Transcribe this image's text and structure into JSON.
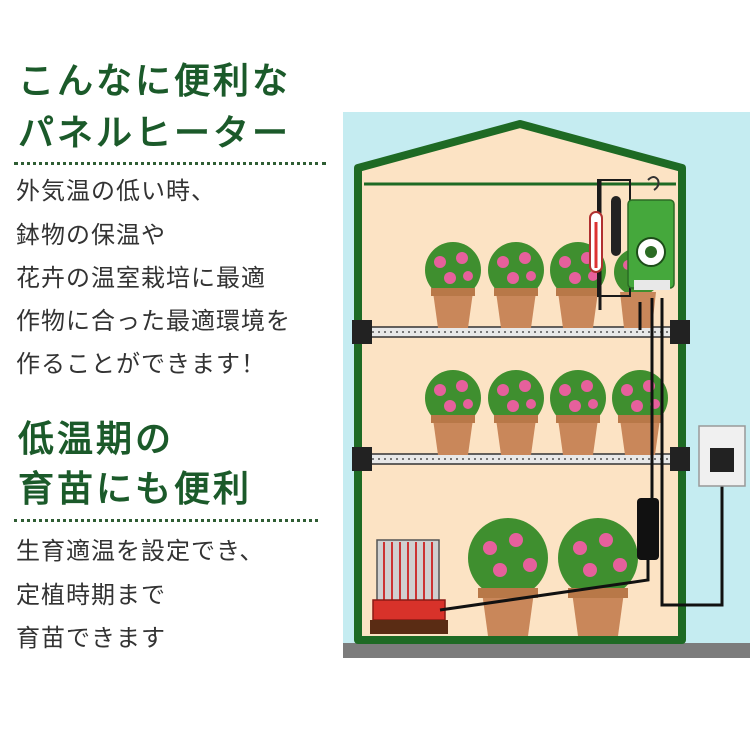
{
  "section1": {
    "title_lines": [
      "こんなに便利な",
      "パネルヒーター"
    ],
    "body_lines": [
      "外気温の低い時、",
      "鉢物の保温や",
      "花卉の温室栽培に最適",
      "作物に合った最適環境を",
      "作ることができます！"
    ]
  },
  "section2": {
    "title_lines": [
      "低温期の",
      "育苗にも便利"
    ],
    "body_lines": [
      "生育適温を設定でき、",
      "定植時期まで",
      "育苗できます"
    ]
  },
  "colors": {
    "heading": "#1b5a2a",
    "sky": "#c5ecf1",
    "greenhouse_interior": "#fce3c4",
    "frame": "#1e6a24",
    "pot": "#c9875a",
    "flower": "#e6609c",
    "leaf": "#3f8f2f",
    "heater": "#d8322a",
    "controller": "#45a83c"
  }
}
